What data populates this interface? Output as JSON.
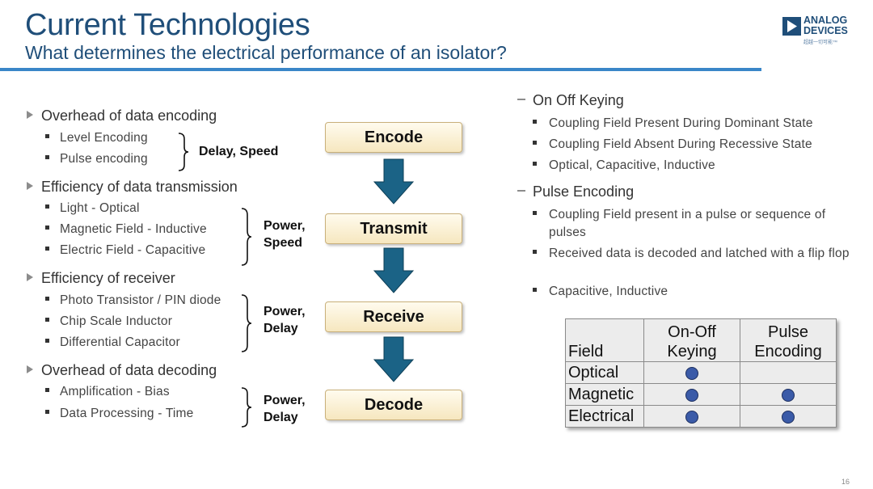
{
  "header": {
    "title": "Current Technologies",
    "subtitle": "What determines the electrical performance of an isolator?"
  },
  "logo": {
    "line1": "ANALOG",
    "line2": "DEVICES",
    "tagline": "超越一切可能™"
  },
  "left_list": [
    {
      "heading": "Overhead of data encoding",
      "items": [
        "Level Encoding",
        "Pulse encoding"
      ],
      "brace_label": "Delay, Speed"
    },
    {
      "heading": "Efficiency of data transmission",
      "items": [
        "Light - Optical",
        "Magnetic Field - Inductive",
        "Electric Field - Capacitive"
      ],
      "brace_label": "Power,\nSpeed"
    },
    {
      "heading": "Efficiency of receiver",
      "items": [
        "Photo Transistor / PIN diode",
        "Chip Scale Inductor",
        "Differential Capacitor"
      ],
      "brace_label": "Power,\nDelay"
    },
    {
      "heading": "Overhead of data decoding",
      "items": [
        "Amplification - Bias",
        "Data Processing - Time"
      ],
      "brace_label": "Power,\nDelay"
    }
  ],
  "flow": [
    "Encode",
    "Transmit",
    "Receive",
    "Decode"
  ],
  "right_list": [
    {
      "heading": "On Off Keying",
      "items": [
        "Coupling Field Present During Dominant State",
        "Coupling Field Absent During Recessive State",
        "Optical, Capacitive, Inductive"
      ]
    },
    {
      "heading": "Pulse Encoding",
      "items": [
        "Coupling Field present in a pulse or sequence of pulses",
        "Received data is decoded and latched with a flip flop",
        "Capacitive, Inductive"
      ]
    }
  ],
  "table": {
    "header": [
      "Field",
      "On-Off\nKeying",
      "Pulse\nEncoding"
    ],
    "rows": [
      {
        "label": "Optical",
        "on_off": true,
        "pulse": false
      },
      {
        "label": "Magnetic",
        "on_off": true,
        "pulse": true
      },
      {
        "label": "Electrical",
        "on_off": true,
        "pulse": true
      }
    ],
    "dot_color": "#3b5ba8"
  },
  "page_number": "16",
  "colors": {
    "title": "#1f4e79",
    "rule": "#3a86c8",
    "arrow": "#1b6386",
    "box_border": "#c9b07a"
  }
}
